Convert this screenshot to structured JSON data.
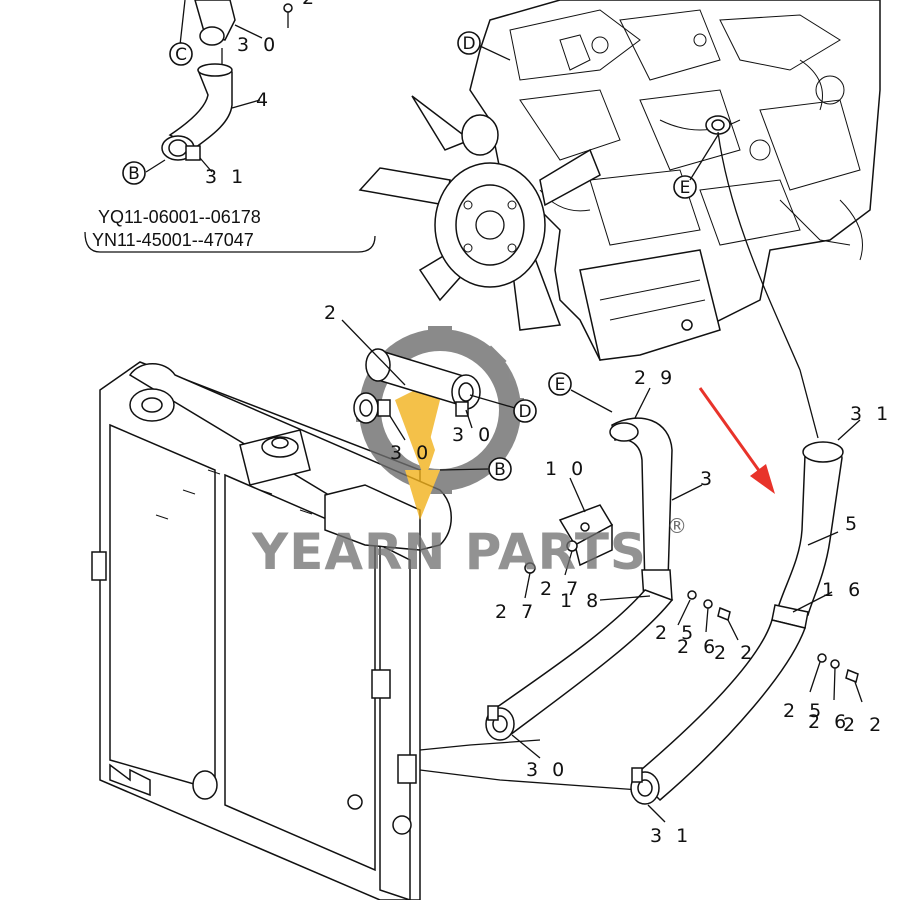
{
  "serial_ranges": [
    "YQ11-06001--06178",
    "YN11-45001--47047"
  ],
  "callout_letters": {
    "c": "C",
    "b_top": "B",
    "d_top": "D",
    "e_engine": "E",
    "d_mid": "D",
    "b_mid": "B",
    "e_hose": "E"
  },
  "part_labels": {
    "p30_top": "3 0",
    "p4": "4",
    "p31_top": "3 1",
    "p2": "2",
    "p30_a": "3 0",
    "p30_b": "3 0",
    "p29": "2 9",
    "p10": "1 0",
    "p3": "3",
    "p31_right": "3 1",
    "p5": "5",
    "p16": "1 6",
    "p27_a": "2 7",
    "p27_b": "2 7",
    "p18": "1 8",
    "p25_a": "2 5",
    "p26_a": "2 6",
    "p22_a": "2 2",
    "p25_b": "2 5",
    "p26_b": "2 6",
    "p22_b": "2 2",
    "p30_bottom": "3 0",
    "p31_bottom": "3 1"
  },
  "watermark": {
    "text": "YEARN PARTS",
    "registered": "®"
  },
  "colors": {
    "line_art": "#111111",
    "watermark_gray": "#6e6e6e",
    "logo_accent": "#f2b21c",
    "arrow": "#e8332a"
  }
}
